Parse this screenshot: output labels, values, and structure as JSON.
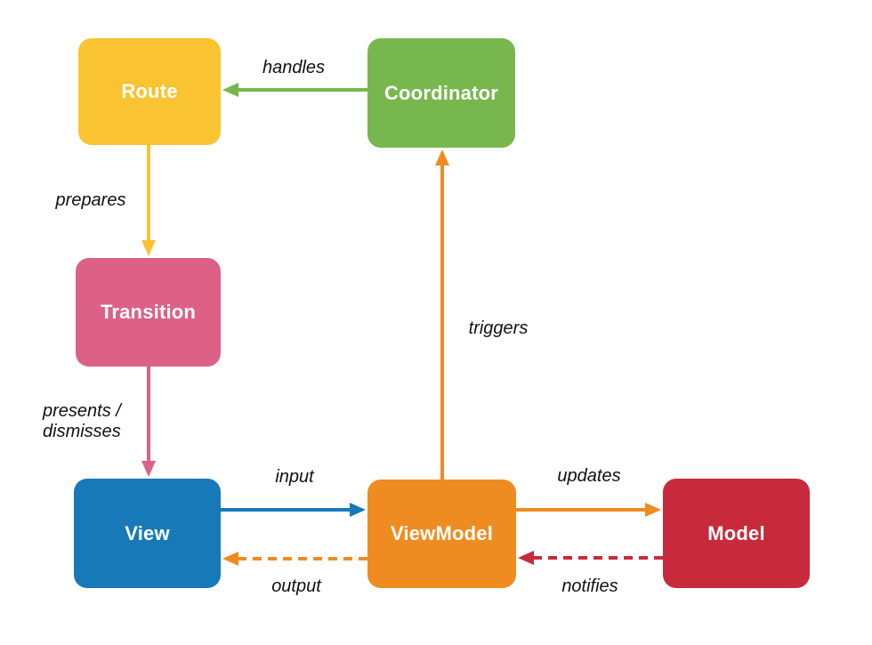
{
  "background": "#ffffff",
  "node_text_color": "#ffffff",
  "edge_label_color": "#111111",
  "nodes": {
    "route": {
      "label": "Route",
      "color": "#f9c331"
    },
    "coordinator": {
      "label": "Coordinator",
      "color": "#77b74d"
    },
    "transition": {
      "label": "Transition",
      "color": "#dd6187"
    },
    "view": {
      "label": "View",
      "color": "#1879b8"
    },
    "viewmodel": {
      "label": "ViewModel",
      "color": "#ef8c21"
    },
    "model": {
      "label": "Model",
      "color": "#c92a3b"
    }
  },
  "edges": {
    "handles": {
      "label": "handles",
      "from": "coordinator",
      "to": "route",
      "style": "solid",
      "color": "#77b74d"
    },
    "prepares": {
      "label": "prepares",
      "from": "route",
      "to": "transition",
      "style": "solid",
      "color": "#f9c331"
    },
    "presents": {
      "label": "presents / dismisses",
      "label_line1": "presents /",
      "label_line2": "dismisses",
      "from": "transition",
      "to": "view",
      "style": "solid",
      "color": "#dd6187"
    },
    "input": {
      "label": "input",
      "from": "view",
      "to": "viewmodel",
      "style": "solid",
      "color": "#1879b8"
    },
    "output": {
      "label": "output",
      "from": "viewmodel",
      "to": "view",
      "style": "dashed",
      "color": "#ef8c21"
    },
    "triggers": {
      "label": "triggers",
      "from": "viewmodel",
      "to": "coordinator",
      "style": "solid",
      "color": "#ef8c21"
    },
    "updates": {
      "label": "updates",
      "from": "viewmodel",
      "to": "model",
      "style": "solid",
      "color": "#ef8c21"
    },
    "notifies": {
      "label": "notifies",
      "from": "model",
      "to": "viewmodel",
      "style": "dashed",
      "color": "#c92a3b"
    }
  }
}
